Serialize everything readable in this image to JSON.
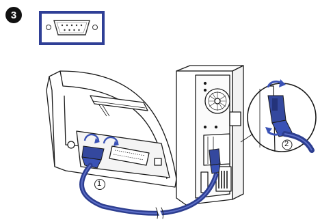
{
  "step": {
    "number": "3"
  },
  "callouts": {
    "cable_label": "1",
    "screw_label": "2"
  },
  "icons": {
    "step_badge": "circled-number-icon",
    "serial_port": "db9-serial-port-icon",
    "rotate_arrow": "rotate-arrow-icon"
  },
  "colors": {
    "cable": "#2c3d8f",
    "cable_highlight": "#5d6fc8",
    "frame": "#2f3f96",
    "line": "#1a1a1a"
  }
}
